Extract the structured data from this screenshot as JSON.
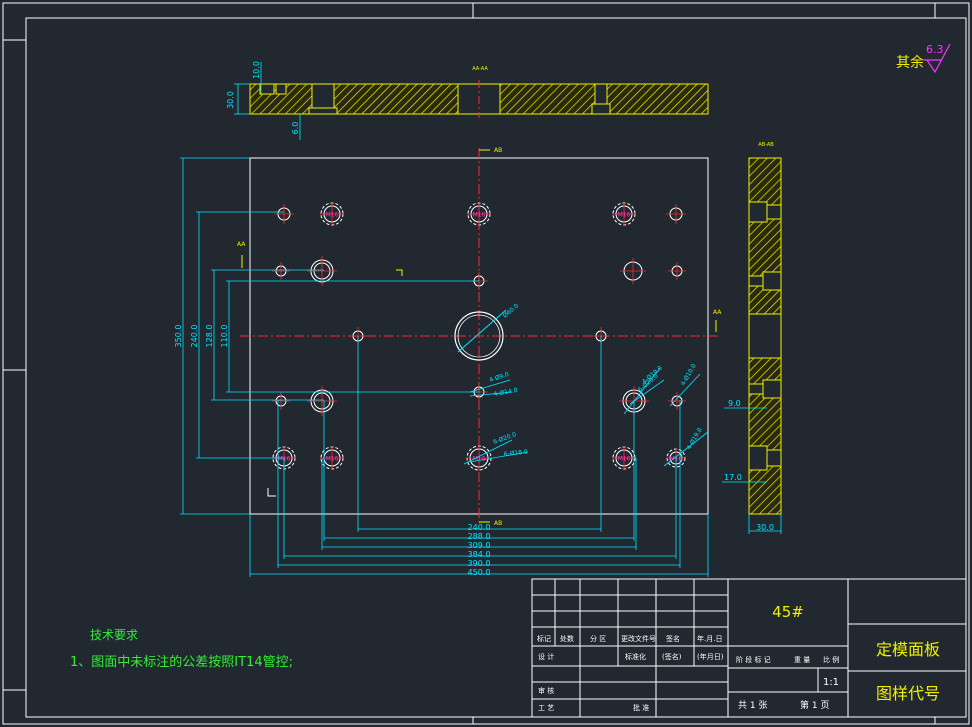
{
  "drawing": {
    "material": "45#",
    "part_name": "定模面板",
    "drawing_code": "图样代号",
    "scale": "1:1",
    "sheet_total_label": "共 1 张",
    "sheet_no_label": "第 1 页",
    "roughness_other_label": "其余",
    "roughness_value": "6.3"
  },
  "title_block": {
    "mark_header": [
      "标记",
      "处数",
      "分 区",
      "更改文件号",
      "签名",
      "年.月.日"
    ],
    "row_labels": [
      "设 计",
      "标准化",
      "(签名)",
      "(年月日)"
    ],
    "stage_header": [
      "阶 段 标 记",
      "重 量",
      "比 例"
    ],
    "approval_labels": [
      "审 核",
      "工 艺",
      "批 准"
    ]
  },
  "notes": {
    "title": "技术要求",
    "items": [
      "1、图面中未标注的公差按照IT14管控;"
    ]
  },
  "views": {
    "section_aa_label": "AA-AA",
    "section_ab_label": "AB-AB",
    "cut_aa": "AA",
    "cut_ab": "AB"
  },
  "dimensions": {
    "left": [
      "350.0",
      "240.0",
      "128.0",
      "110.0"
    ],
    "bottom": [
      "240.0",
      "288.0",
      "309.0",
      "384.0",
      "390.0",
      "450.0"
    ],
    "top_section": [
      "30.0",
      "10.0",
      "6.0"
    ],
    "side_section": [
      "9.0",
      "17.0",
      "30.0"
    ],
    "holes": [
      "Ø60.0",
      "4-Ø9.0",
      "4-Ø14.0",
      "6-Ø20.0",
      "6-Ø18.0",
      "6-Ø20.0",
      "4-Ø19.0",
      "4-Ø10.0",
      "4-Ø19.0"
    ],
    "thread_label": "M16"
  },
  "colors": {
    "background": "#212830",
    "frame": "#ffffff",
    "yellow": "#f0f000",
    "cyan": "#00e5ff",
    "red": "#ff2a2a",
    "green": "#33ee33",
    "magenta": "#ff33ff"
  }
}
